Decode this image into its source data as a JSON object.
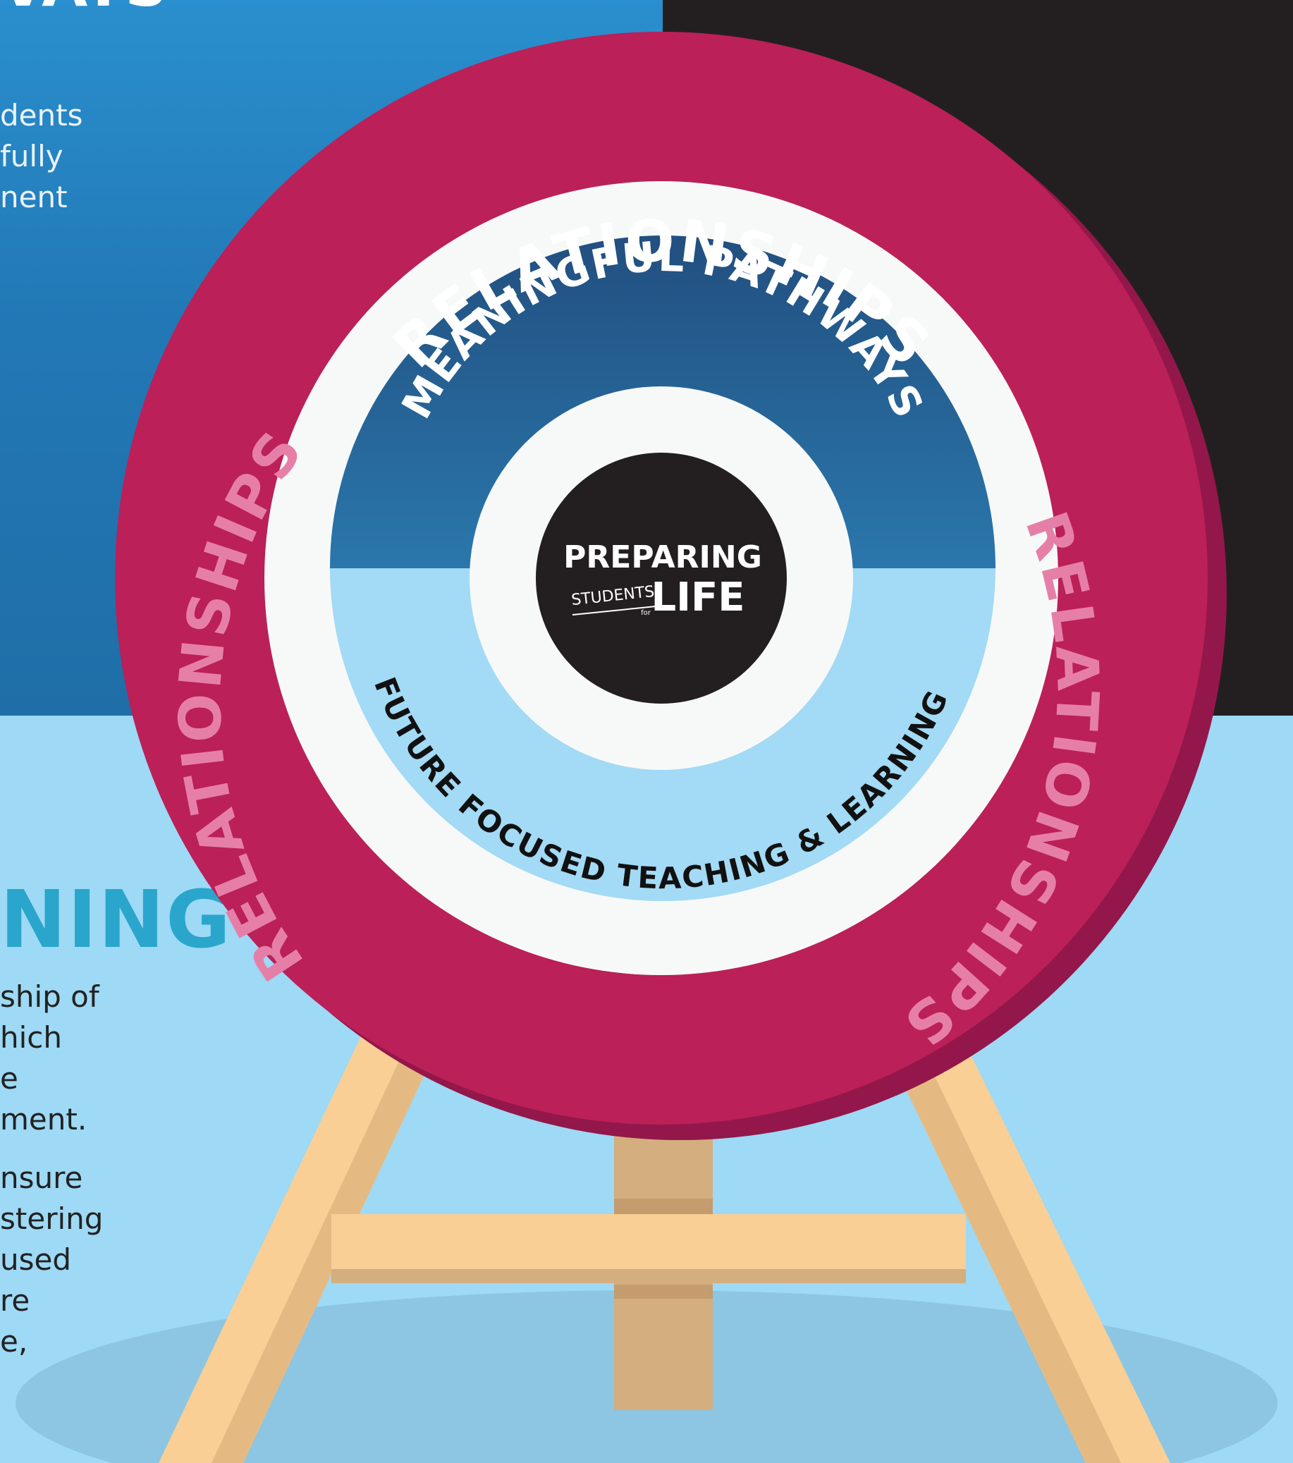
{
  "colors": {
    "outer_ring": "#bb2058",
    "outer_ring_shadow": "#93174a",
    "outer_text_top": "#ffffff",
    "outer_text_sides": "#e67fa8",
    "white_ring": "#f7f9f9",
    "pathways_band": "#245f92",
    "learning_band": "#a3daf5",
    "center": "#231f20",
    "easel": "#f9cf95",
    "easel_shadow": "#d4ae7e",
    "floor_shadow": "#8cc6e2"
  },
  "left_panel": {
    "top_heading_fragment": "VAYS",
    "top_fragment": "dents\nfully\nnent",
    "heading_fragment": "NING",
    "bottom_fragment_1": "ship of\nhich\ne\nment.",
    "bottom_fragment_2": "nsure\nstering\nused\nre\ne,"
  },
  "target": {
    "outer_label_top": "RELATIONSHIPS",
    "outer_label_left": "RELATIONSHIPS",
    "outer_label_right": "RELATIONSHIPS",
    "upper_band_label": "MEANINGFUL PATHWAYS",
    "lower_band_label": "FUTURE FOCUSED TEACHING & LEARNING",
    "center_logo": {
      "line1": "PREPARING",
      "line2_small": "STUDENTS",
      "line2_tiny": "for",
      "line2_big": "LIFE"
    }
  }
}
